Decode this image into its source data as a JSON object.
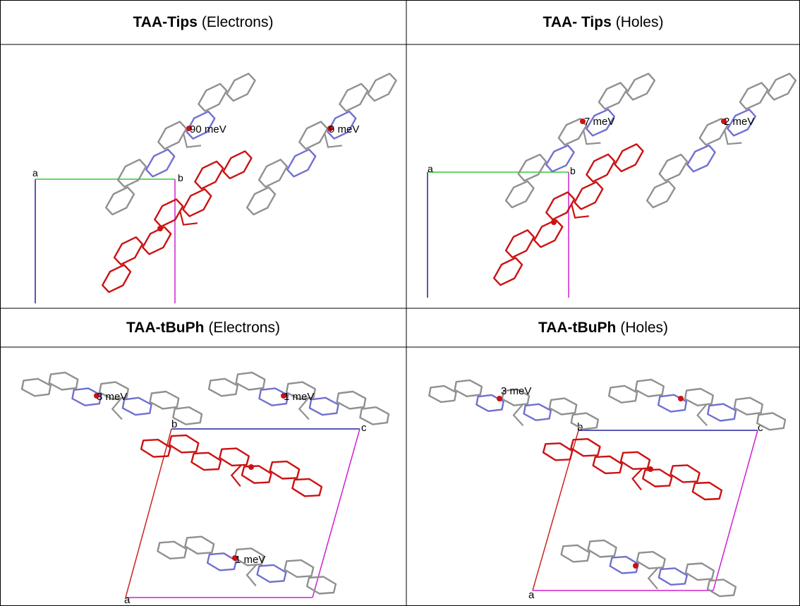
{
  "panels": [
    {
      "name_bold": "TAA-Tips",
      "name_rest": "(Electrons)",
      "energy_labels": [
        "90 meV",
        "9 meV"
      ],
      "axis_labels": [
        "a",
        "b"
      ]
    },
    {
      "name_bold": "TAA- Tips",
      "name_rest": "(Holes)",
      "energy_labels": [
        "7 meV",
        "2 meV"
      ],
      "axis_labels": [
        "a",
        "b"
      ]
    },
    {
      "name_bold": "TAA-tBuPh",
      "name_rest": "(Electrons)",
      "energy_labels": [
        "3 meV",
        "1 meV",
        "1 meV"
      ],
      "axis_labels": [
        "b",
        "c",
        "a"
      ]
    },
    {
      "name_bold": "TAA-tBuPh",
      "name_rest": "(Holes)",
      "energy_labels": [
        "3 meV"
      ],
      "axis_labels": [
        "b",
        "c",
        "a"
      ]
    }
  ],
  "colors": {
    "highlighted_molecule": "#cc1111",
    "neighbour_molecule": "#909090",
    "nitrogen": "#7070d0",
    "axis_a_tips": "#2020a0",
    "axis_b_tips": "#33cc33",
    "axis_c_tips": "#d020d0",
    "axis_a_tbuph": "#cc2222",
    "axis_b_tbuph": "#2020a0",
    "axis_c_tbuph": "#d020d0"
  }
}
